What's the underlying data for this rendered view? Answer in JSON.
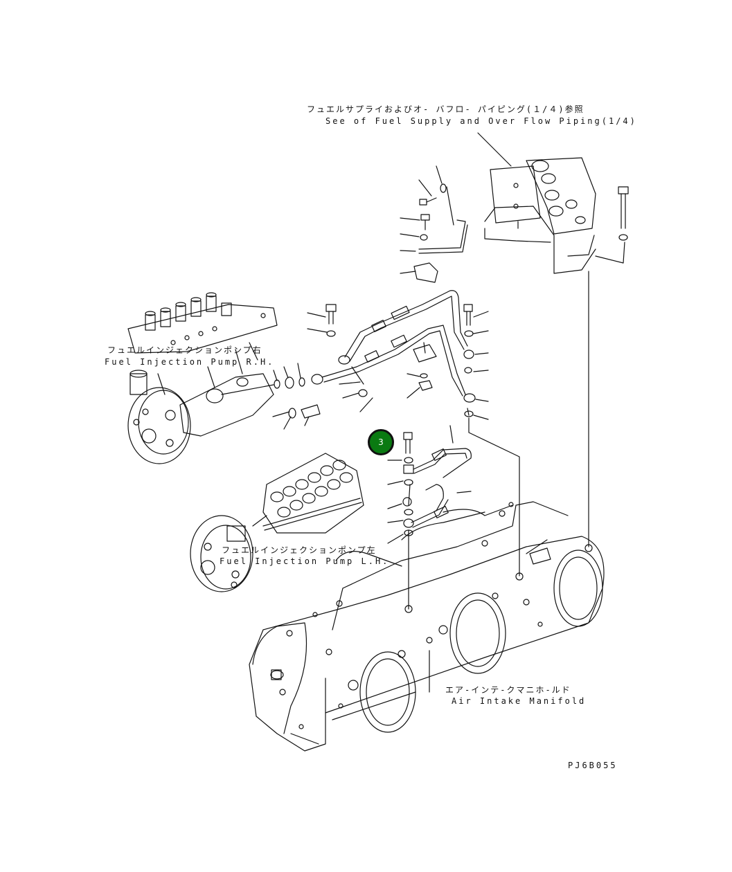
{
  "labels": {
    "fuel_supply_ref_jp": "フュエルサプライおよびオ- バフロ- パイピング(１/４)参照",
    "fuel_supply_ref_en": "See of Fuel Supply and Over Flow Piping(1/4)",
    "pump_rh_jp": "フュエルインジェクションポンプ右",
    "pump_rh_en": "Fuel Injection Pump R.H.",
    "pump_lh_jp": "フュエルインジェクションポンプ左",
    "pump_lh_en": "Fuel Injection Pump L.H.",
    "manifold_jp": "エア-インテ-クマニホ-ルド",
    "manifold_en": "Air Intake Manifold",
    "drawing_code": "PJ6B055"
  },
  "callouts": [
    {
      "number": "3",
      "color": "#0a7a12"
    }
  ]
}
